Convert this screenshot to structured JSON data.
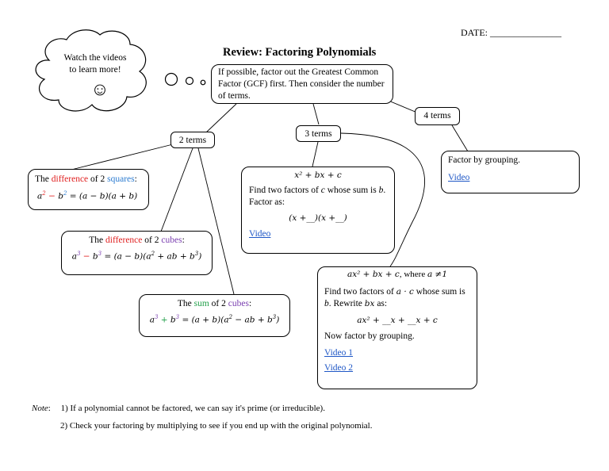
{
  "header": {
    "date_label": "DATE:",
    "date_blank": "_______________",
    "title": "Review: Factoring Polynomials"
  },
  "thought": {
    "line1": "Watch the videos",
    "line2": "to learn more!",
    "face": "☺"
  },
  "main_box": {
    "text": "If possible, factor out the Greatest Common Factor (GCF) first.  Then consider the number of terms."
  },
  "terms": {
    "two": "2 terms",
    "three": "3 terms",
    "four": "4 terms"
  },
  "diff_squares": {
    "pre": "The ",
    "kw1": "difference",
    "mid": " of 2 ",
    "kw2": "squares",
    "post": ":",
    "a2": "a",
    "minus": " − ",
    "b2": "b",
    "rest": " = (a − b)(a + b)"
  },
  "diff_cubes": {
    "pre": "The ",
    "kw1": "difference",
    "mid": " of 2 ",
    "kw2": "cubes",
    "post": ":",
    "a3": "a",
    "minus": " − ",
    "b3": "b",
    "rest": " = (a − b)(a",
    "rest2": " + ab + b",
    "rest3": ")"
  },
  "sum_cubes": {
    "pre": "The ",
    "kw1": "sum",
    "mid": " of 2 ",
    "kw2": "cubes",
    "post": ":",
    "a3": "a",
    "plus": " + ",
    "b3": "b",
    "rest": " = (a + b)(a",
    "rest2": " − ab + b",
    "rest3": ")"
  },
  "trinomial_simple": {
    "heading": "x² + bx + c",
    "line1_pre": "Find two factors of ",
    "line1_c": "c",
    "line1_mid": " whose sum is ",
    "line1_b": "b",
    "line1_post": ".",
    "line2": "Factor as:",
    "form": "(x +__)(x +__)",
    "video": "Video"
  },
  "grouping": {
    "text": "Factor by grouping.",
    "video": "Video"
  },
  "trinomial_general": {
    "heading_math": "ax² + bx + c",
    "heading_text": ", where ",
    "heading_cond": "a ≠1",
    "line1_pre": "Find two factors of  ",
    "line1_ac": "a · c",
    "line1_post": " whose sum is",
    "line2_b": "b",
    "line2_mid": ".  Rewrite ",
    "line2_bx": "bx",
    "line2_post": " as:",
    "form": "ax² + __x + __x + c",
    "line3": "Now factor by grouping.",
    "video1": "Video 1",
    "video2": "Video 2"
  },
  "notes": {
    "label": "Note",
    "colon": ":",
    "note1": "1) If a polynomial cannot be factored, we can say it's prime (or irreducible).",
    "note2": "2) Check your factoring by multiplying to see if you end up with the original polynomial."
  }
}
